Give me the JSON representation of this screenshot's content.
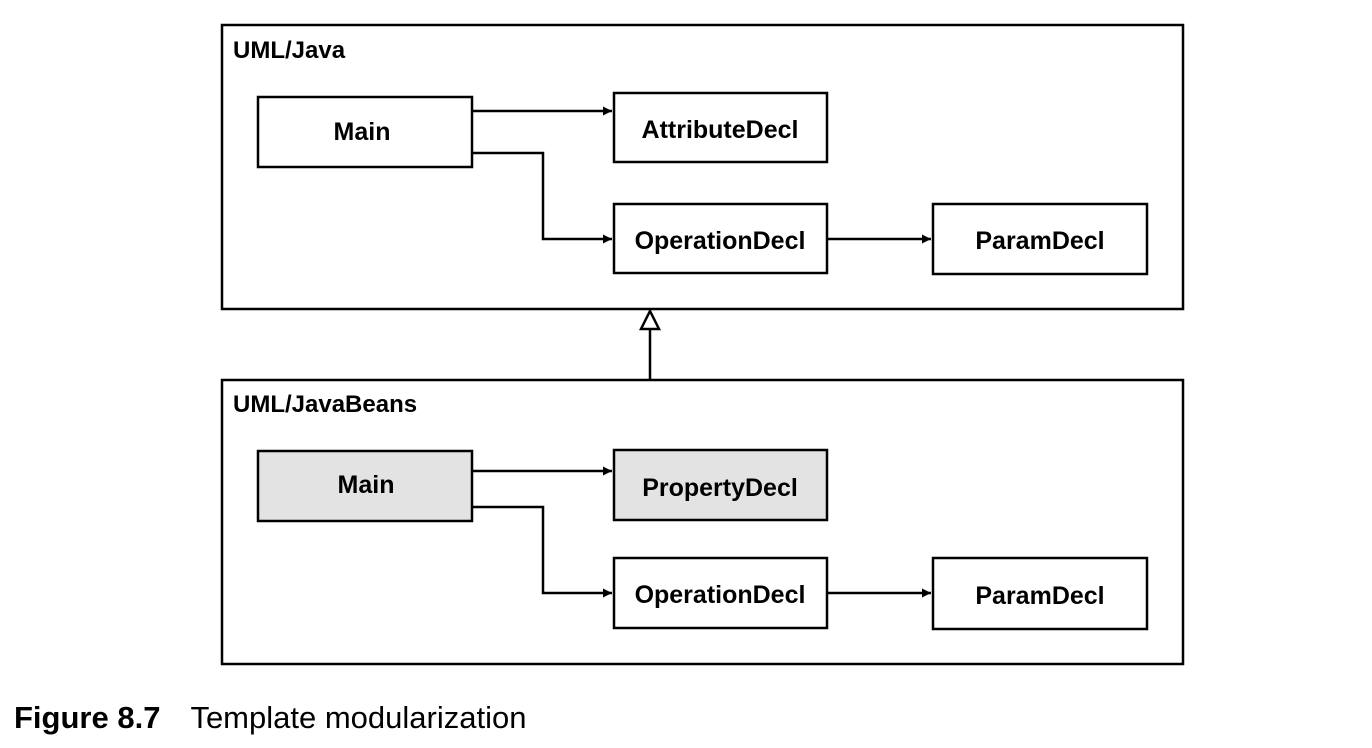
{
  "packages": {
    "java": {
      "label": "UML/Java",
      "main": "Main",
      "attribute": "AttributeDecl",
      "operation": "OperationDecl",
      "param": "ParamDecl"
    },
    "beans": {
      "label": "UML/JavaBeans",
      "main": "Main",
      "property": "PropertyDecl",
      "operation": "OperationDecl",
      "param": "ParamDecl"
    }
  },
  "colors": {
    "overridden_fill": "#e3e3e3",
    "default_fill": "#ffffff",
    "stroke": "#000000"
  },
  "caption": {
    "number": "Figure 8.7",
    "text": "Template modularization"
  }
}
